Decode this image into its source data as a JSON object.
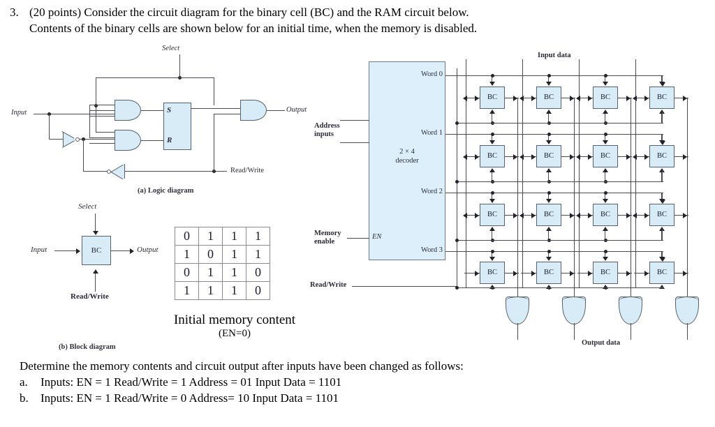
{
  "question": {
    "number": "3.",
    "line1": "(20 points) Consider the circuit diagram for the binary cell (BC) and the RAM circuit below.",
    "line2": "Contents of the binary cells are shown below for an initial time, when the memory is disabled.",
    "tail_intro": "Determine the memory contents and circuit output after inputs have been changed as follows:",
    "tail_a_marker": "a.",
    "tail_a": "Inputs: EN = 1 Read/Write = 1 Address = 01 Input Data = 1101",
    "tail_b_marker": "b.",
    "tail_b": "Inputs: EN = 1 Read/Write = 0 Address= 10 Input Data = 1101"
  },
  "logic_diagram": {
    "caption": "(a) Logic diagram",
    "select_label": "Select",
    "input_label": "Input",
    "output_label": "Output",
    "readwrite_label": "Read/Write",
    "latch_s": "S",
    "latch_r": "R"
  },
  "block_diagram": {
    "caption": "(b) Block diagram",
    "select_label": "Select",
    "input_label": "Input",
    "output_label": "Output",
    "readwrite_label": "Read/Write",
    "cell_label": "BC"
  },
  "memory_table": {
    "caption": "Initial memory content",
    "caption_sub": "(EN=0)",
    "rows": [
      [
        "0",
        "1",
        "1",
        "1"
      ],
      [
        "1",
        "0",
        "1",
        "1"
      ],
      [
        "0",
        "1",
        "1",
        "0"
      ],
      [
        "1",
        "1",
        "1",
        "0"
      ]
    ]
  },
  "ram": {
    "input_data_label": "Input data",
    "output_data_label": "Output data",
    "address_label_line1": "Address",
    "address_label_line2": "inputs",
    "memory_enable_line1": "Memory",
    "memory_enable_line2": "enable",
    "en_label": "EN",
    "readwrite_label": "Read/Write",
    "decoder_line1": "2 × 4",
    "decoder_line2": "decoder",
    "word_lines": [
      "Word  0",
      "Word  1",
      "Word  2",
      "Word  3"
    ],
    "cell_label": "BC",
    "rows": 4,
    "cols": 4
  },
  "colors": {
    "gate_fill": "#d7ecf7",
    "decoder_fill": "#ddeffa",
    "stroke": "#55616b",
    "wire": "#4a4a55",
    "label_text": "#2b2b3a",
    "digit_text": "#1b1b33"
  }
}
